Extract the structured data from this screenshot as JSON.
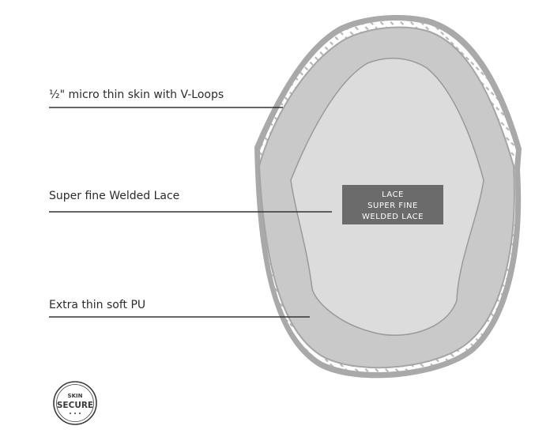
{
  "callouts": [
    {
      "id": "skin",
      "label": "½\" micro thin skin with V-Loops"
    },
    {
      "id": "lace",
      "label": "Super fine Welded Lace"
    },
    {
      "id": "pu",
      "label": "Extra thin soft PU"
    }
  ],
  "center_badge": {
    "lines": [
      "LACE",
      "SUPER FINE",
      "WELDED LACE"
    ]
  },
  "seal": {
    "top": "SKIN",
    "main": "SECURE"
  },
  "colors": {
    "outer_rim": "#aaaaaa",
    "pu_band": "#c9c9c9",
    "lace_area": "#dcdcdc",
    "badge": "#6b6b6b",
    "leader_line": "#333333",
    "label_text": "#2b2b2b"
  }
}
